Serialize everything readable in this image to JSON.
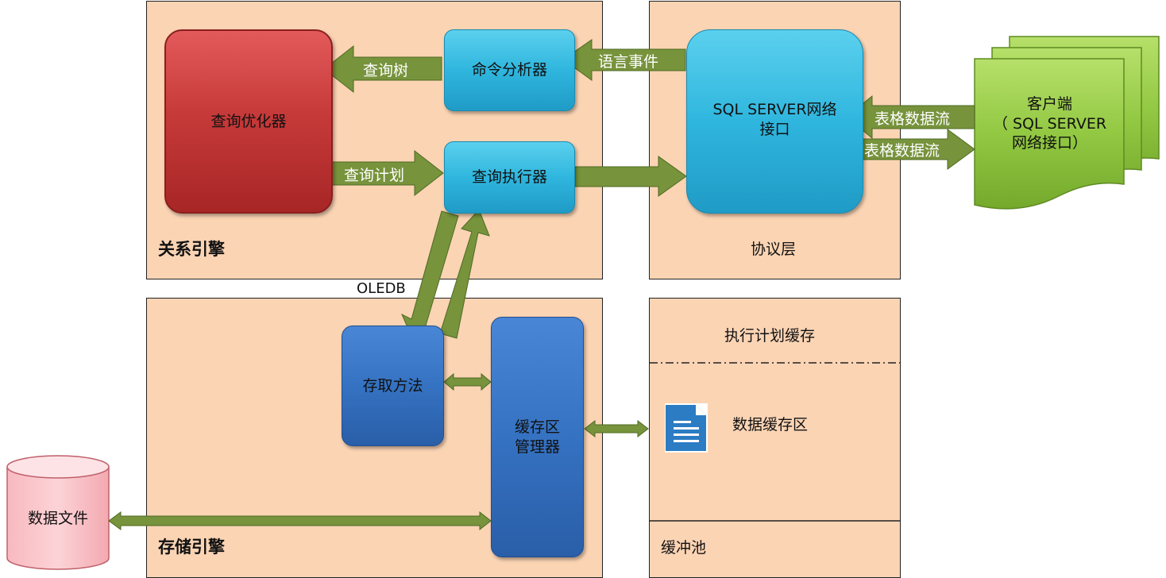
{
  "relational_engine": {
    "title": "关系引擎",
    "optimizer": "查询优化器",
    "parser": "命令分析器",
    "executor": "查询执行器",
    "query_tree": "查询树",
    "query_plan": "查询计划"
  },
  "protocol_layer": {
    "title": "协议层",
    "network_interface_line1": "SQL SERVER网络",
    "network_interface_line2": "接口",
    "language_event": "语言事件",
    "tds_in": "表格数据流",
    "tds_out": "表格数据流"
  },
  "client": {
    "line1": "客户端",
    "line2": "（ SQL SERVER",
    "line3": "网络接口）"
  },
  "oledb": "OLEDB",
  "storage_engine": {
    "title": "存储引擎",
    "access_methods": "存取方法",
    "buffer_manager_line1": "缓存区",
    "buffer_manager_line2": "管理器"
  },
  "buffer_pool": {
    "title": "缓冲池",
    "plan_cache": "执行计划缓存",
    "data_cache": "数据缓存区"
  },
  "data_file": "数据文件",
  "colors": {
    "panel": "#fbd4b4",
    "arrow": "#77933c",
    "red_box": "#c0392b",
    "cyan_box": "#2fb6de",
    "blue_box": "#3572c2",
    "client_green": "#92d050"
  }
}
